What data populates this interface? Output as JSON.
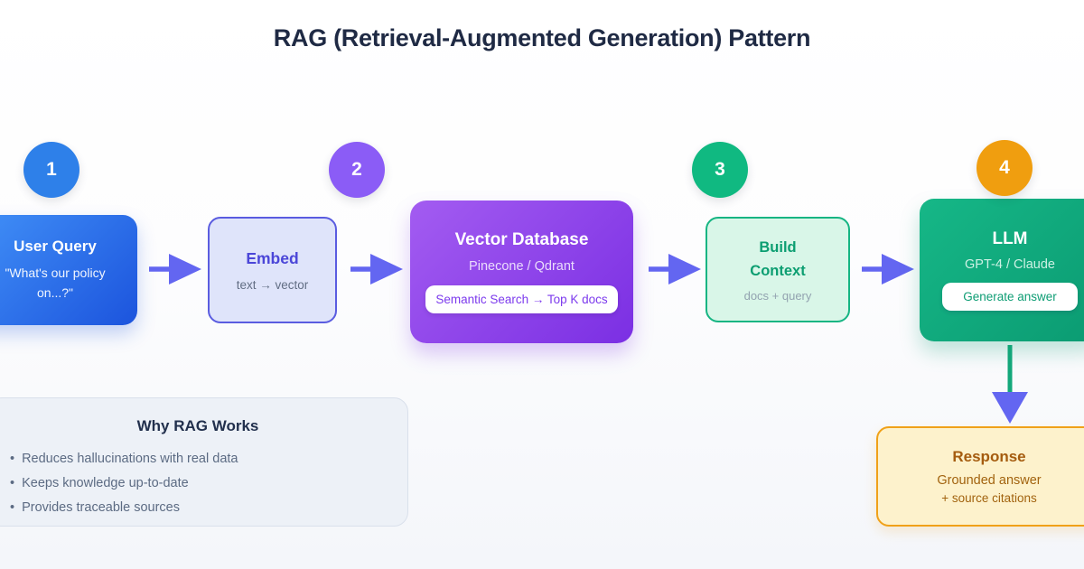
{
  "title": "RAG (Retrieval-Augmented Generation) Pattern",
  "steps": [
    {
      "number": "1"
    },
    {
      "number": "2"
    },
    {
      "number": "3"
    },
    {
      "number": "4"
    }
  ],
  "nodes": {
    "user_query": {
      "title": "User Query",
      "subtitle": "\"What's our policy on...?\""
    },
    "embed": {
      "title": "Embed",
      "subtitle": "text → vector"
    },
    "vector_db": {
      "title": "Vector Database",
      "subtitle": "Pinecone / Qdrant",
      "badge": "Semantic Search → Top K docs"
    },
    "build_context": {
      "title": "Build Context",
      "subtitle": "docs + query"
    },
    "llm": {
      "title": "LLM",
      "subtitle": "GPT-4 / Claude",
      "badge": "Generate answer"
    },
    "response": {
      "title": "Response",
      "line1": "Grounded answer",
      "line2": "+ source citations"
    }
  },
  "why_rag": {
    "heading": "Why RAG Works",
    "bullet_marker": "•",
    "bullets": [
      "Reduces hallucinations with real data",
      "Keeps knowledge up-to-date",
      "Provides traceable sources"
    ]
  },
  "colors": {
    "step1_circle": "#2e80e9",
    "step2_circle": "#8b5cf6",
    "step3_circle": "#10b981",
    "step4_circle": "#f09e0f",
    "arrow": "#6366f1",
    "user_query_gradient_start": "#4190f7",
    "user_query_gradient_end": "#1c54dd",
    "embed_border": "#5a5ce0",
    "vector_db_gradient_start": "#a35cf1",
    "vector_db_gradient_end": "#7b2fe3",
    "build_context_border": "#16b583",
    "llm_gradient_start": "#16b787",
    "llm_gradient_end": "#0b9b72",
    "response_border": "#f0a118",
    "llm_to_response_stem": "#14a87b"
  }
}
